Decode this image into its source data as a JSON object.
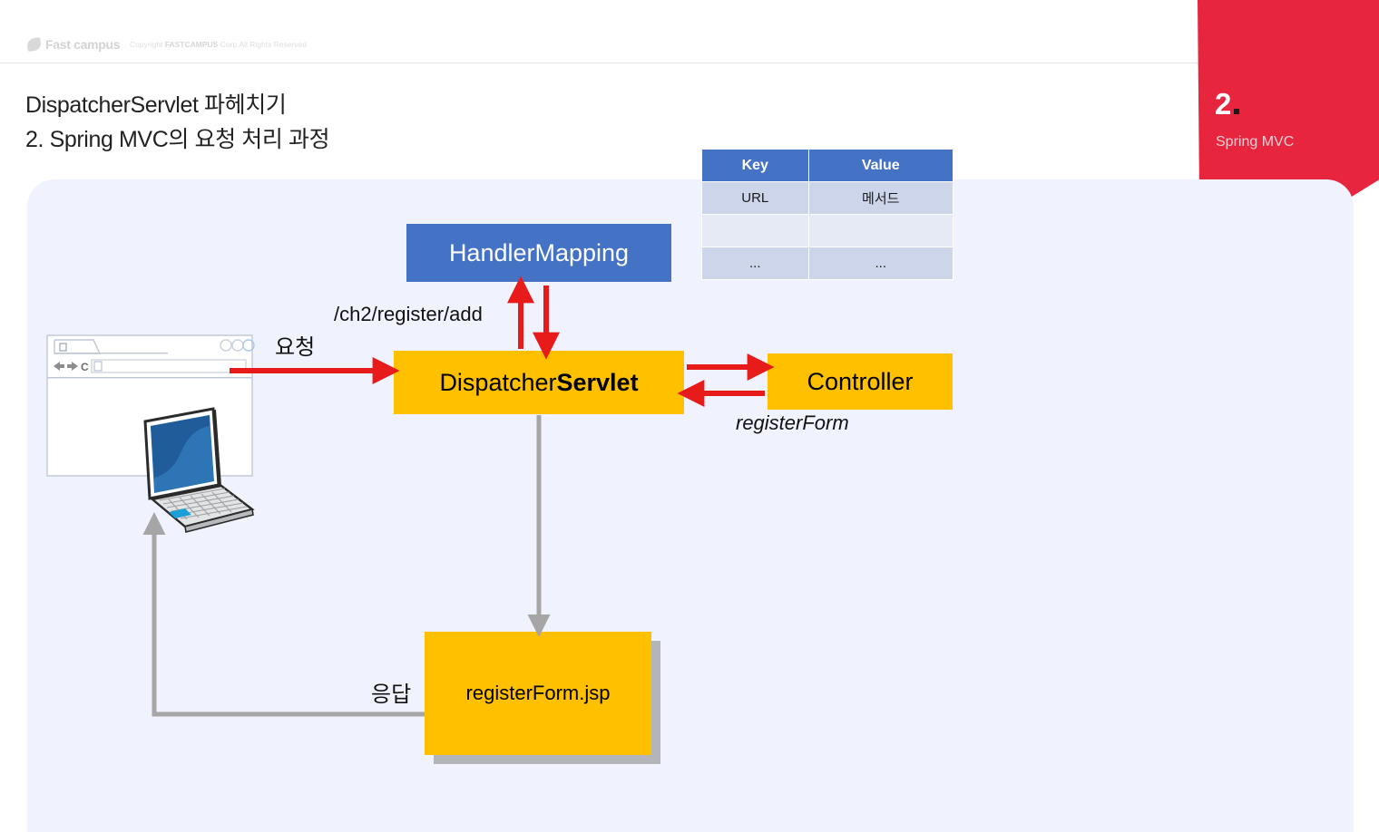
{
  "header": {
    "brand_name": "Fast campus",
    "copyright_prefix": "Copyright ",
    "copyright_brand": "FASTCAMPUS",
    "copyright_suffix": " Corp.All Rights Reserved"
  },
  "chapter": {
    "number": "2",
    "label": "Spring MVC",
    "accent_color": "#e8253f"
  },
  "title": {
    "line1": "DispatcherServlet 파헤치기",
    "line2": "2. Spring MVC의 요청 처리 과정"
  },
  "table": {
    "headers": [
      "Key",
      "Value"
    ],
    "rows": [
      [
        "URL",
        "메서드"
      ],
      [
        "",
        ""
      ],
      [
        "...",
        "..."
      ]
    ],
    "header_color": "#4472c4",
    "row_shade_color": "#ccd5e9",
    "row_light_color": "#e6eaf4"
  },
  "diagram": {
    "panel_color": "#f0f3fd",
    "nodes": {
      "handler_mapping": {
        "label": "HandlerMapping",
        "color": "#4472c4"
      },
      "dispatcher_servlet": {
        "label_regular": "Dispatcher",
        "label_bold": "Servlet",
        "color": "#ffc000"
      },
      "controller": {
        "label": "Controller",
        "color": "#ffc000"
      },
      "register_form_jsp": {
        "label": "registerForm.jsp",
        "color": "#ffc000"
      }
    },
    "labels": {
      "url_path": "/ch2/register/add",
      "request": "요청",
      "controller_return": "registerForm",
      "response": "응답"
    },
    "arrow_colors": {
      "request_flow": "#e81b1b",
      "response_flow": "#a6a6a6"
    }
  },
  "browser_mock": {
    "reload_icon_label": "C",
    "window_dot_count": 3
  }
}
